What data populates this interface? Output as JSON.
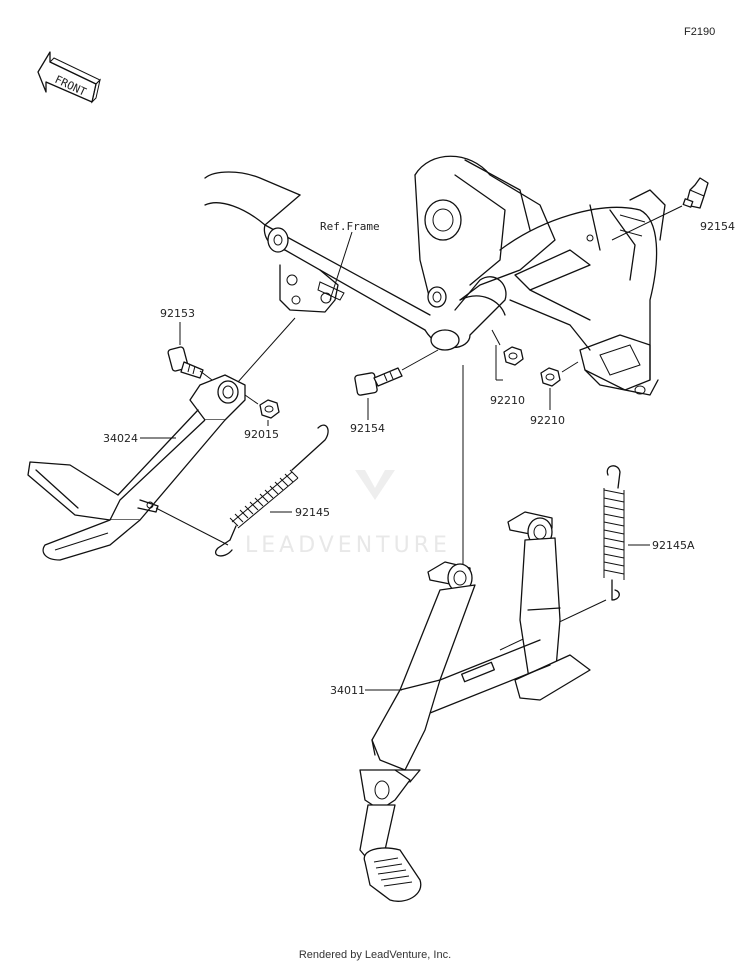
{
  "diagram_code": "F2190",
  "front_arrow_text": "FRONT",
  "ref_frame_label": "Ref.Frame",
  "watermark": "LEADVENTURE",
  "footer": "Rendered by LeadVenture, Inc.",
  "callouts": {
    "p92154_top": "92154",
    "p92153": "92153",
    "p34024": "34024",
    "p92015": "92015",
    "p92154_mid": "92154",
    "p92210_a": "92210",
    "p92210_b": "92210",
    "p92145": "92145",
    "p92145A": "92145A",
    "p34011": "34011"
  }
}
